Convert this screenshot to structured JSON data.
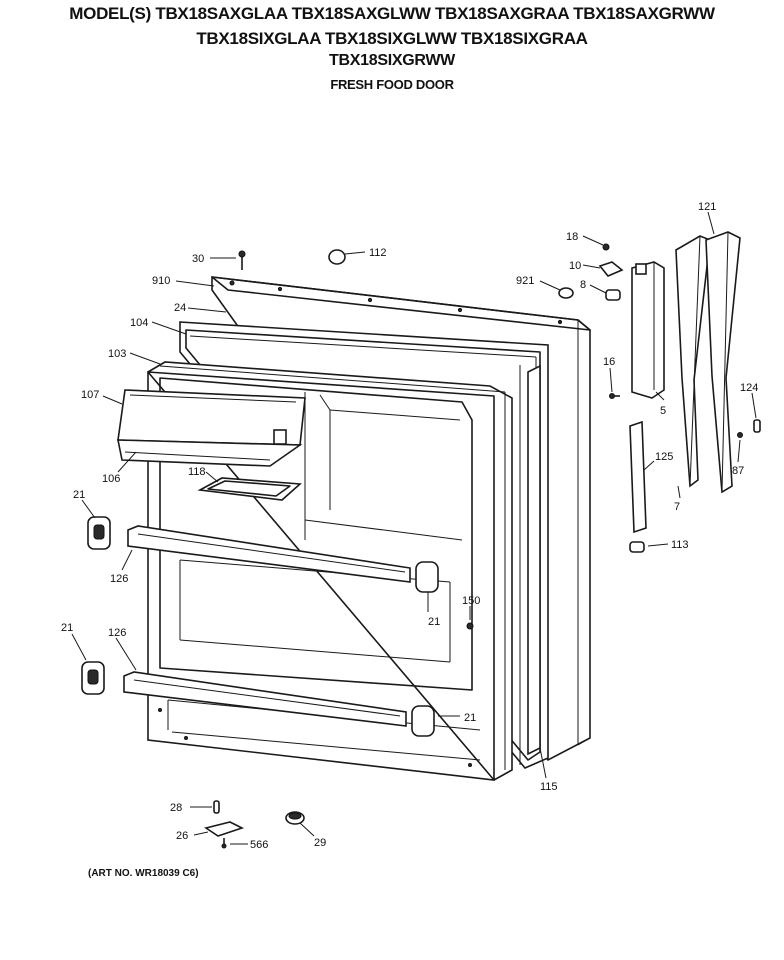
{
  "header": {
    "line1": "MODEL(S) TBX18SAXGLAA  TBX18SAXGLWW  TBX18SAXGRAA  TBX18SAXGRWW",
    "line2": "TBX18SIXGLAA  TBX18SIXGLWW  TBX18SIXGRAA",
    "line3": "TBX18SIXGRWW",
    "line4": "FRESH FOOD DOOR"
  },
  "art_number": "(ART NO. WR18039 C6)",
  "callouts": [
    {
      "id": "30",
      "label": "30"
    },
    {
      "id": "112",
      "label": "112"
    },
    {
      "id": "910",
      "label": "910"
    },
    {
      "id": "24",
      "label": "24"
    },
    {
      "id": "104",
      "label": "104"
    },
    {
      "id": "103",
      "label": "103"
    },
    {
      "id": "107",
      "label": "107"
    },
    {
      "id": "106",
      "label": "106"
    },
    {
      "id": "118",
      "label": "118"
    },
    {
      "id": "21a",
      "label": "21"
    },
    {
      "id": "126a",
      "label": "126"
    },
    {
      "id": "21b",
      "label": "21"
    },
    {
      "id": "150",
      "label": "150"
    },
    {
      "id": "21c",
      "label": "21"
    },
    {
      "id": "126b",
      "label": "126"
    },
    {
      "id": "21d",
      "label": "21"
    },
    {
      "id": "115",
      "label": "115"
    },
    {
      "id": "28",
      "label": "28"
    },
    {
      "id": "26",
      "label": "26"
    },
    {
      "id": "566",
      "label": "566"
    },
    {
      "id": "29",
      "label": "29"
    },
    {
      "id": "18",
      "label": "18"
    },
    {
      "id": "10",
      "label": "10"
    },
    {
      "id": "921",
      "label": "921"
    },
    {
      "id": "8",
      "label": "8"
    },
    {
      "id": "16",
      "label": "16"
    },
    {
      "id": "5",
      "label": "5"
    },
    {
      "id": "121",
      "label": "121"
    },
    {
      "id": "124",
      "label": "124"
    },
    {
      "id": "87",
      "label": "87"
    },
    {
      "id": "125",
      "label": "125"
    },
    {
      "id": "7",
      "label": "7"
    },
    {
      "id": "113",
      "label": "113"
    }
  ]
}
